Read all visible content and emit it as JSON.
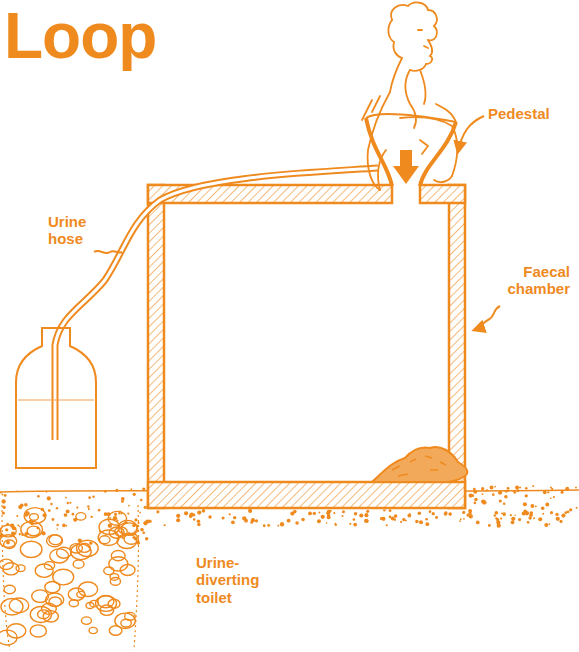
{
  "diagram": {
    "title": "Loop",
    "labels": [
      "Pedestal",
      "Urine hose",
      "Faecal chamber",
      "Urine-diverting toilet"
    ]
  }
}
